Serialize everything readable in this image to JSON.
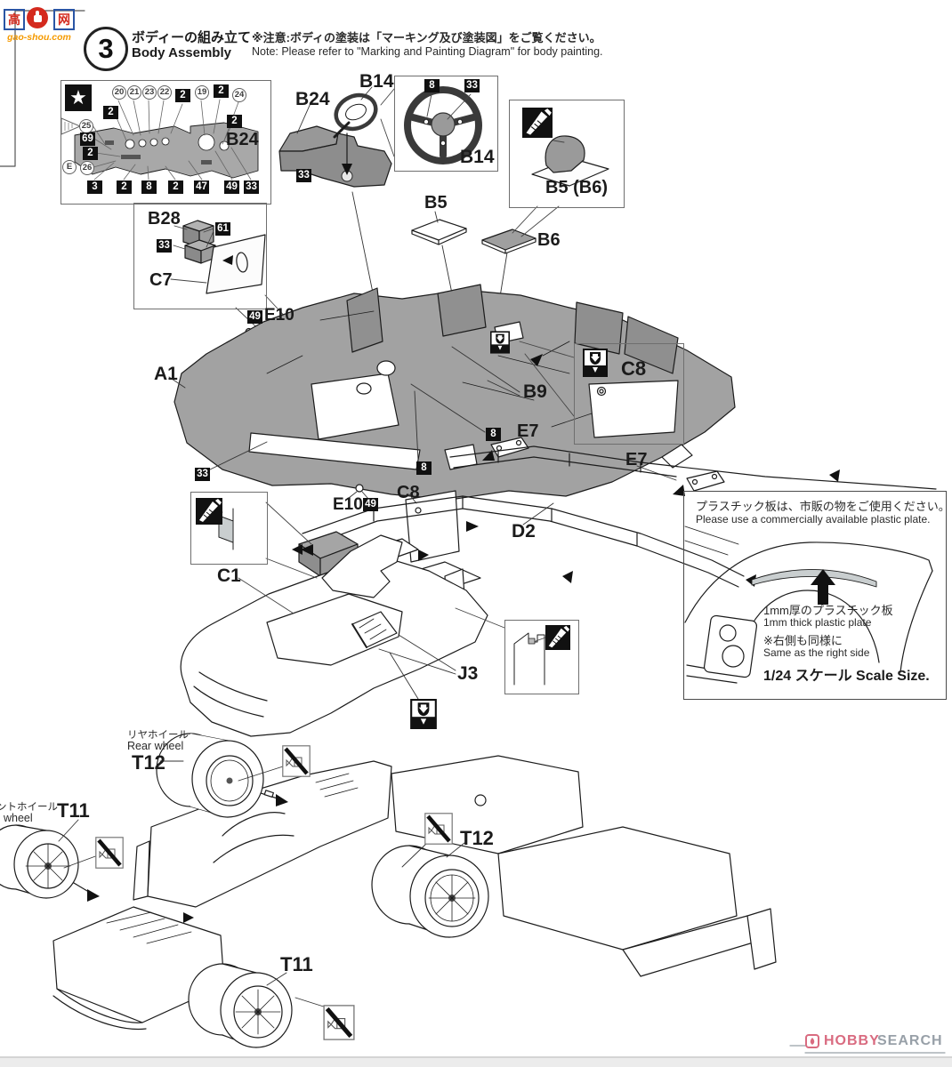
{
  "watermark": {
    "char_left": "高",
    "char_right": "网",
    "domain": "gao-shou.com"
  },
  "header": {
    "step_number": "3",
    "title_jp": "ボディーの組み立て",
    "title_en": "Body Assembly",
    "note_jp": "※注意:ボディの塗装は「マーキング及び塗装図」をご覧ください。",
    "note_en": "Note: Please refer to \"Marking and Painting Diagram\" for body painting."
  },
  "panel_inset": {
    "part_label": "B24",
    "badges": [
      {
        "t": "20"
      },
      {
        "t": "21"
      },
      {
        "t": "23"
      },
      {
        "t": "22"
      },
      {
        "t": "2"
      },
      {
        "t": "19"
      },
      {
        "t": "2"
      },
      {
        "t": "24"
      },
      {
        "t": "2"
      },
      {
        "t": "25"
      },
      {
        "t": "69"
      },
      {
        "t": "2"
      },
      {
        "t": "E"
      },
      {
        "t": "26"
      },
      {
        "t": "3"
      },
      {
        "t": "2"
      },
      {
        "t": "8"
      },
      {
        "t": "2"
      },
      {
        "t": "47"
      },
      {
        "t": "49"
      },
      {
        "t": "33"
      },
      {
        "t": "2"
      }
    ]
  },
  "part_labels": {
    "b24_part": "B24",
    "b14_arrow": "B14",
    "b14_inset": "B14",
    "b5": "B5",
    "b5b6": "B5 (B6)",
    "b6": "B6",
    "b28": "B28",
    "c7": "C7",
    "e10_top": "E10",
    "a1": "A1",
    "b9": "B9",
    "e7_left": "E7",
    "e7_right": "E7",
    "c8_plate": "C8",
    "c8_inset": "C8",
    "e10_bottom": "E10",
    "d2": "D2",
    "c1": "C1",
    "j3": "J3",
    "t12_rear": "T12",
    "t11_front": "T11",
    "t12_right": "T12",
    "t11_bottom": "T11"
  },
  "decal_squares": {
    "b24_33": "33",
    "inset_8": "8",
    "inset_33": "33",
    "b28_61": "61",
    "b28_33": "33",
    "e10_top_49": "49",
    "floor_33": "33",
    "floor_8_upper": "8",
    "floor_8_lower": "8",
    "e10_bottom_49": "49"
  },
  "wheel_labels": {
    "rear_jp": "リヤホイール",
    "rear_en": "Rear wheel",
    "front_jp_partial": "ントホイール",
    "front_en_partial": "wheel"
  },
  "note_box": {
    "line1_jp": "プラスチック板は、市販の物をご使用ください。",
    "line1_en": "Please use a commercially available plastic plate.",
    "thick_jp": "1mm厚のプラスチック板",
    "thick_en": "1mm thick plastic plate",
    "side_jp": "※右側も同様に",
    "side_en": "Same as the right side",
    "scale_label": "1/24 スケール Scale Size."
  },
  "footer": {
    "brand_primary": "HOBBY",
    "brand_secondary": "SEARCH"
  },
  "colors": {
    "part_gray": "#a2a2a2",
    "shade_gray": "#c9cecf",
    "logo_pink": "#d96b80",
    "logo_gray": "#98a0a8",
    "watermark_orange": "#f59a00",
    "watermark_red": "#d42a1e",
    "watermark_blue": "#2a55a5"
  }
}
